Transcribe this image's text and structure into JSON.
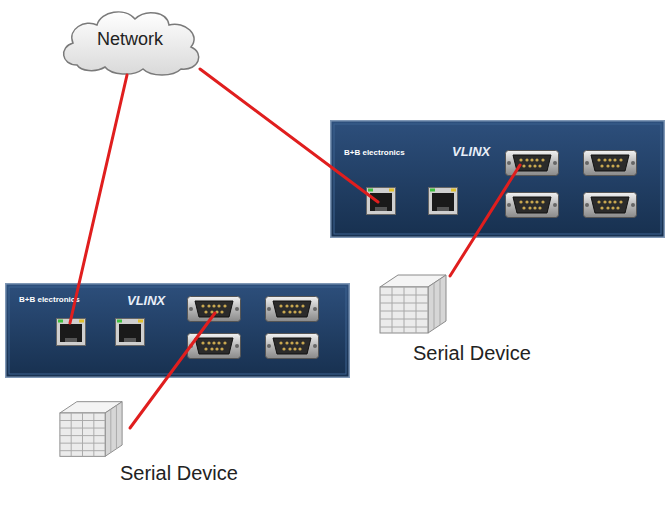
{
  "diagram": {
    "nodes": [
      {
        "text": [
          "Network"
        ]
      },
      {
        "text": [
          "B+B electronics",
          "VLINX"
        ]
      },
      {
        "text": [
          "Serial Device"
        ]
      },
      {
        "text": [
          "B+B electronics",
          "VLINX"
        ]
      },
      {
        "text": [
          "Serial Device"
        ]
      }
    ],
    "edges": [
      {
        "from": 0,
        "to": 1,
        "arrow": "none"
      },
      {
        "from": 0,
        "to": 3,
        "arrow": "none"
      },
      {
        "from": 1,
        "to": 2,
        "arrow": "none"
      },
      {
        "from": 3,
        "to": 4,
        "arrow": "none"
      }
    ]
  }
}
